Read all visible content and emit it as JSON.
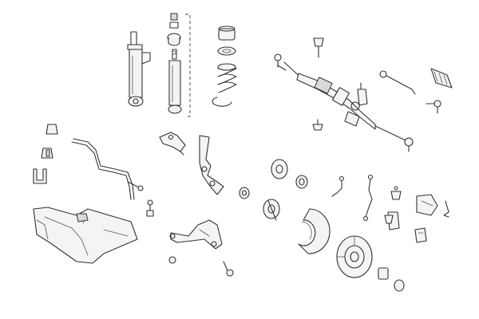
{
  "diagram": {
    "background": "#ffffff",
    "line_color": "#333333",
    "parts": [
      "shock-absorber-left",
      "shock-absorber-right",
      "strut-mount-kit",
      "coil-spring-kit",
      "steering-rack",
      "tie-rod-end",
      "steering-boot",
      "stabilizer-bar",
      "stabilizer-bushings",
      "subframe",
      "upper-control-arm",
      "lower-control-arm",
      "steering-knuckle",
      "wheel-hub",
      "wheel-bearing",
      "brake-shield",
      "brake-disc",
      "brake-caliper",
      "brake-pads",
      "brake-hoses",
      "brake-sensors"
    ]
  }
}
